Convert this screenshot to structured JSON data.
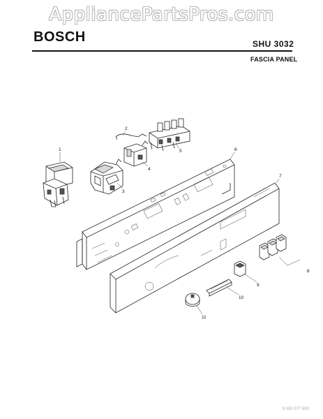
{
  "watermark": "AppliancePartsPros.com",
  "header": {
    "brand": "BOSCH",
    "model": "SHU 3032",
    "section_title": "FASCIA PANEL"
  },
  "diagram": {
    "callouts": [
      {
        "id": "1",
        "label": "1"
      },
      {
        "id": "2",
        "label": "2"
      },
      {
        "id": "3",
        "label": "3"
      },
      {
        "id": "4",
        "label": "4"
      },
      {
        "id": "5",
        "label": "5"
      },
      {
        "id": "6",
        "label": "6"
      },
      {
        "id": "7",
        "label": "7"
      },
      {
        "id": "8",
        "label": "8"
      },
      {
        "id": "9",
        "label": "9"
      },
      {
        "id": "10",
        "label": "10"
      },
      {
        "id": "11",
        "label": "11"
      }
    ]
  },
  "footer": {
    "code": "9 000 077 800"
  }
}
